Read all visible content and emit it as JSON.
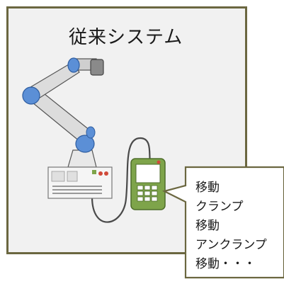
{
  "diagram": {
    "title": "従来システム",
    "program_steps": [
      "移動",
      "クランプ",
      "移動",
      "アンクランプ",
      "移動・・・"
    ]
  },
  "colors": {
    "frame_border": "#6b6740",
    "frame_fill": "#f1f1f1",
    "pendant_green": "#7ea44a",
    "joint_blue": "#5b8fd6",
    "arm_gray": "#d6d6d6",
    "callout_border": "#6b6740"
  }
}
